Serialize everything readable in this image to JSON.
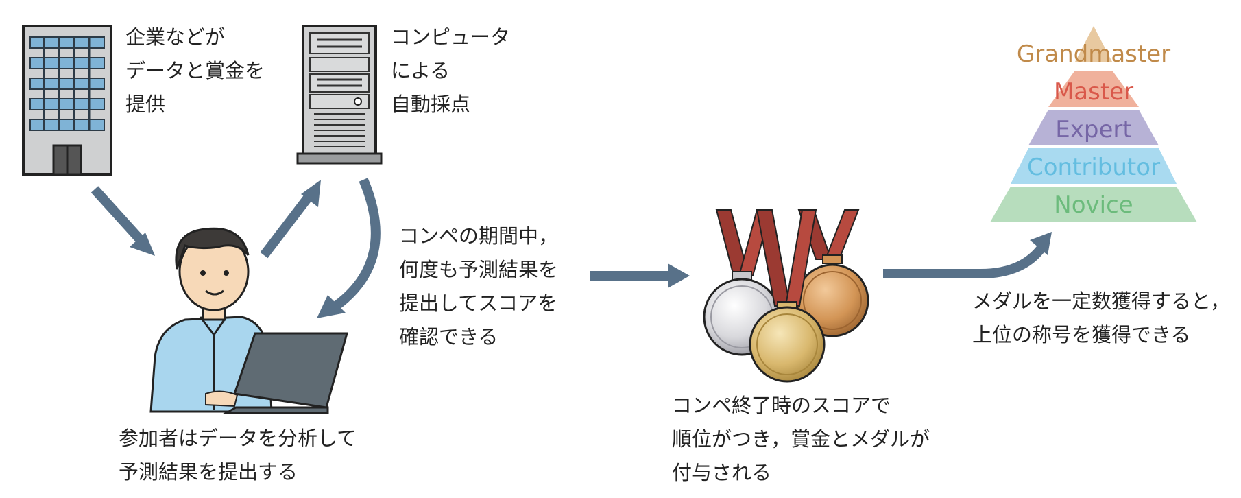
{
  "colors": {
    "arrow": "#587189",
    "grandmaster": "#c08a4a",
    "master": "#d9584a",
    "expert": "#7666a6",
    "contributor": "#63bde0",
    "novice": "#6cbb7c"
  },
  "icons": [
    "building-icon",
    "server-icon",
    "person-laptop-icon",
    "medals-icon"
  ],
  "labels": {
    "company": [
      "企業などが",
      "データと賞金を",
      "提供"
    ],
    "server": [
      "コンピュータ",
      "による",
      "自動採点"
    ],
    "participant": [
      "参加者はデータを分析して",
      "予測結果を提出する"
    ],
    "competition": [
      "コンペの期間中，",
      "何度も予測結果を",
      "提出してスコアを",
      "確認できる"
    ],
    "medals": [
      "コンペ終了時のスコアで",
      "順位がつき，賞金とメダルが",
      "付与される"
    ],
    "titles": [
      "メダルを一定数獲得すると，",
      "上位の称号を獲得できる"
    ]
  },
  "tiers": [
    {
      "name": "Grandmaster",
      "color": "#c08a4a"
    },
    {
      "name": "Master",
      "color": "#d9584a"
    },
    {
      "name": "Expert",
      "color": "#7666a6"
    },
    {
      "name": "Contributor",
      "color": "#63bde0"
    },
    {
      "name": "Novice",
      "color": "#6cbb7c"
    }
  ]
}
